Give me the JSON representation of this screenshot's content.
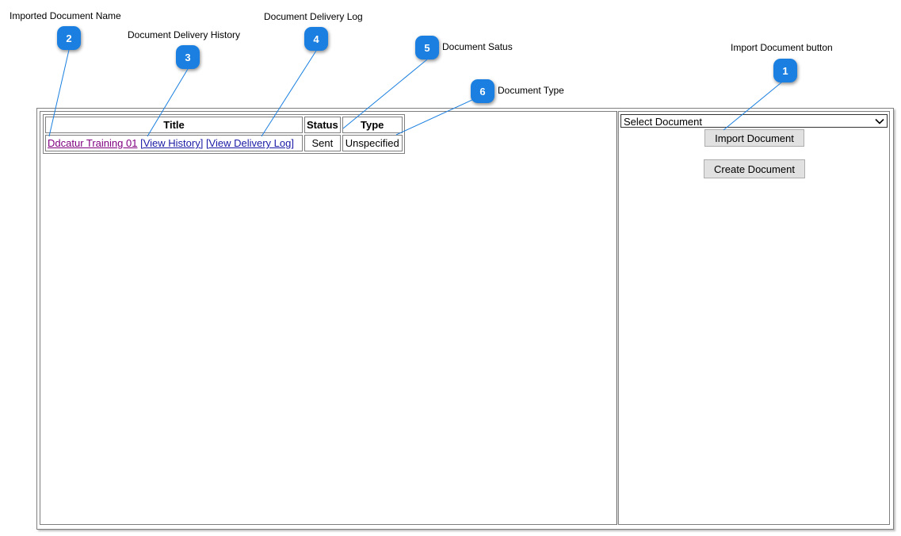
{
  "annotations": {
    "a1": {
      "number": "1",
      "label": "Import Document button"
    },
    "a2": {
      "number": "2",
      "label": "Imported Document Name"
    },
    "a3": {
      "number": "3",
      "label": "Document Delivery History"
    },
    "a4": {
      "number": "4",
      "label": "Document Delivery Log"
    },
    "a5": {
      "number": "5",
      "label": "Document Satus"
    },
    "a6": {
      "number": "6",
      "label": "Document Type"
    }
  },
  "table": {
    "headers": {
      "title": "Title",
      "status": "Status",
      "type": "Type"
    },
    "rows": [
      {
        "title": "Ddcatur Training 01",
        "history_link": "[View History]",
        "delivery_link": "[View Delivery Log]",
        "status": "Sent",
        "type": "Unspecified"
      }
    ]
  },
  "panel": {
    "select_value": "Select Document",
    "import_label": "Import Document",
    "create_label": "Create Document"
  },
  "colors": {
    "badge": "#1a7fe0",
    "visited_link": "#800080",
    "link": "#1a1aa6",
    "leader_line": "#1a7fe0"
  },
  "icons": {
    "select_chevron": "chevron-down-icon"
  }
}
